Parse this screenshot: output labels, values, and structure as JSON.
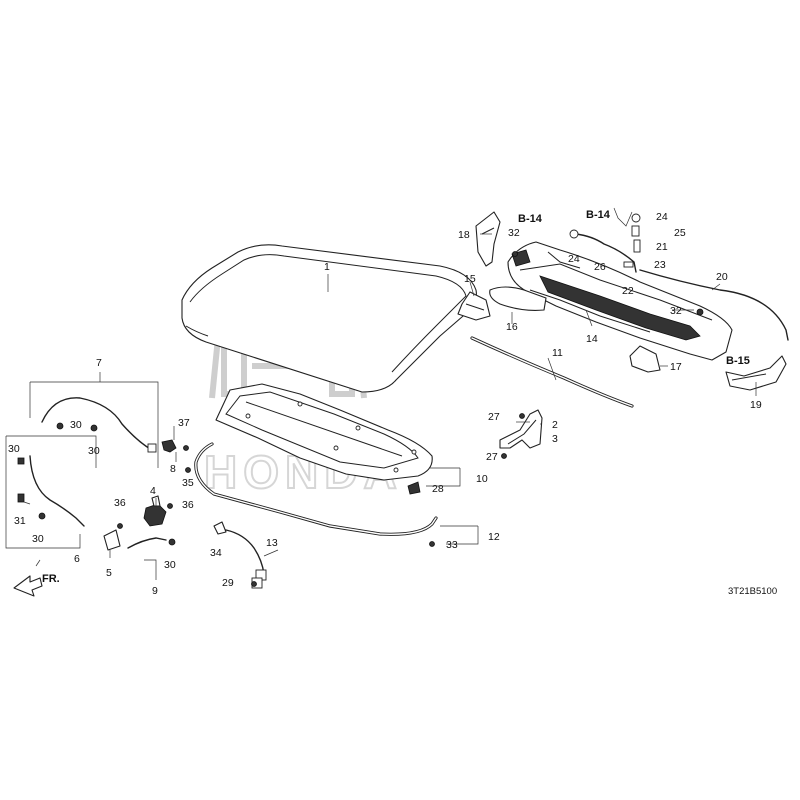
{
  "diagram_id": "3T21B5100",
  "direction_label": "FR.",
  "watermark": "HONDA",
  "references": [
    "B-14",
    "B-14",
    "B-15"
  ],
  "labels": [
    {
      "id": "p1",
      "text": "1"
    },
    {
      "id": "p2",
      "text": "2"
    },
    {
      "id": "p3",
      "text": "3"
    },
    {
      "id": "p4",
      "text": "4"
    },
    {
      "id": "p5",
      "text": "5"
    },
    {
      "id": "p6",
      "text": "6"
    },
    {
      "id": "p7",
      "text": "7"
    },
    {
      "id": "p8",
      "text": "8"
    },
    {
      "id": "p9",
      "text": "9"
    },
    {
      "id": "p10",
      "text": "10"
    },
    {
      "id": "p11",
      "text": "11"
    },
    {
      "id": "p12",
      "text": "12"
    },
    {
      "id": "p13",
      "text": "13"
    },
    {
      "id": "p14",
      "text": "14"
    },
    {
      "id": "p15",
      "text": "15"
    },
    {
      "id": "p16",
      "text": "16"
    },
    {
      "id": "p17",
      "text": "17"
    },
    {
      "id": "p18",
      "text": "18"
    },
    {
      "id": "p19",
      "text": "19"
    },
    {
      "id": "p20",
      "text": "20"
    },
    {
      "id": "p21",
      "text": "21"
    },
    {
      "id": "p22",
      "text": "22"
    },
    {
      "id": "p23",
      "text": "23"
    },
    {
      "id": "p24a",
      "text": "24"
    },
    {
      "id": "p24b",
      "text": "24"
    },
    {
      "id": "p25",
      "text": "25"
    },
    {
      "id": "p26",
      "text": "26"
    },
    {
      "id": "p27a",
      "text": "27"
    },
    {
      "id": "p27b",
      "text": "27"
    },
    {
      "id": "p28",
      "text": "28"
    },
    {
      "id": "p29",
      "text": "29"
    },
    {
      "id": "p30a",
      "text": "30"
    },
    {
      "id": "p30b",
      "text": "30"
    },
    {
      "id": "p30c",
      "text": "30"
    },
    {
      "id": "p30d",
      "text": "30"
    },
    {
      "id": "p30e",
      "text": "30"
    },
    {
      "id": "p31",
      "text": "31"
    },
    {
      "id": "p32a",
      "text": "32"
    },
    {
      "id": "p32b",
      "text": "32"
    },
    {
      "id": "p33",
      "text": "33"
    },
    {
      "id": "p34",
      "text": "34"
    },
    {
      "id": "p35",
      "text": "35"
    },
    {
      "id": "p36a",
      "text": "36"
    },
    {
      "id": "p36b",
      "text": "36"
    },
    {
      "id": "p37",
      "text": "37"
    }
  ]
}
